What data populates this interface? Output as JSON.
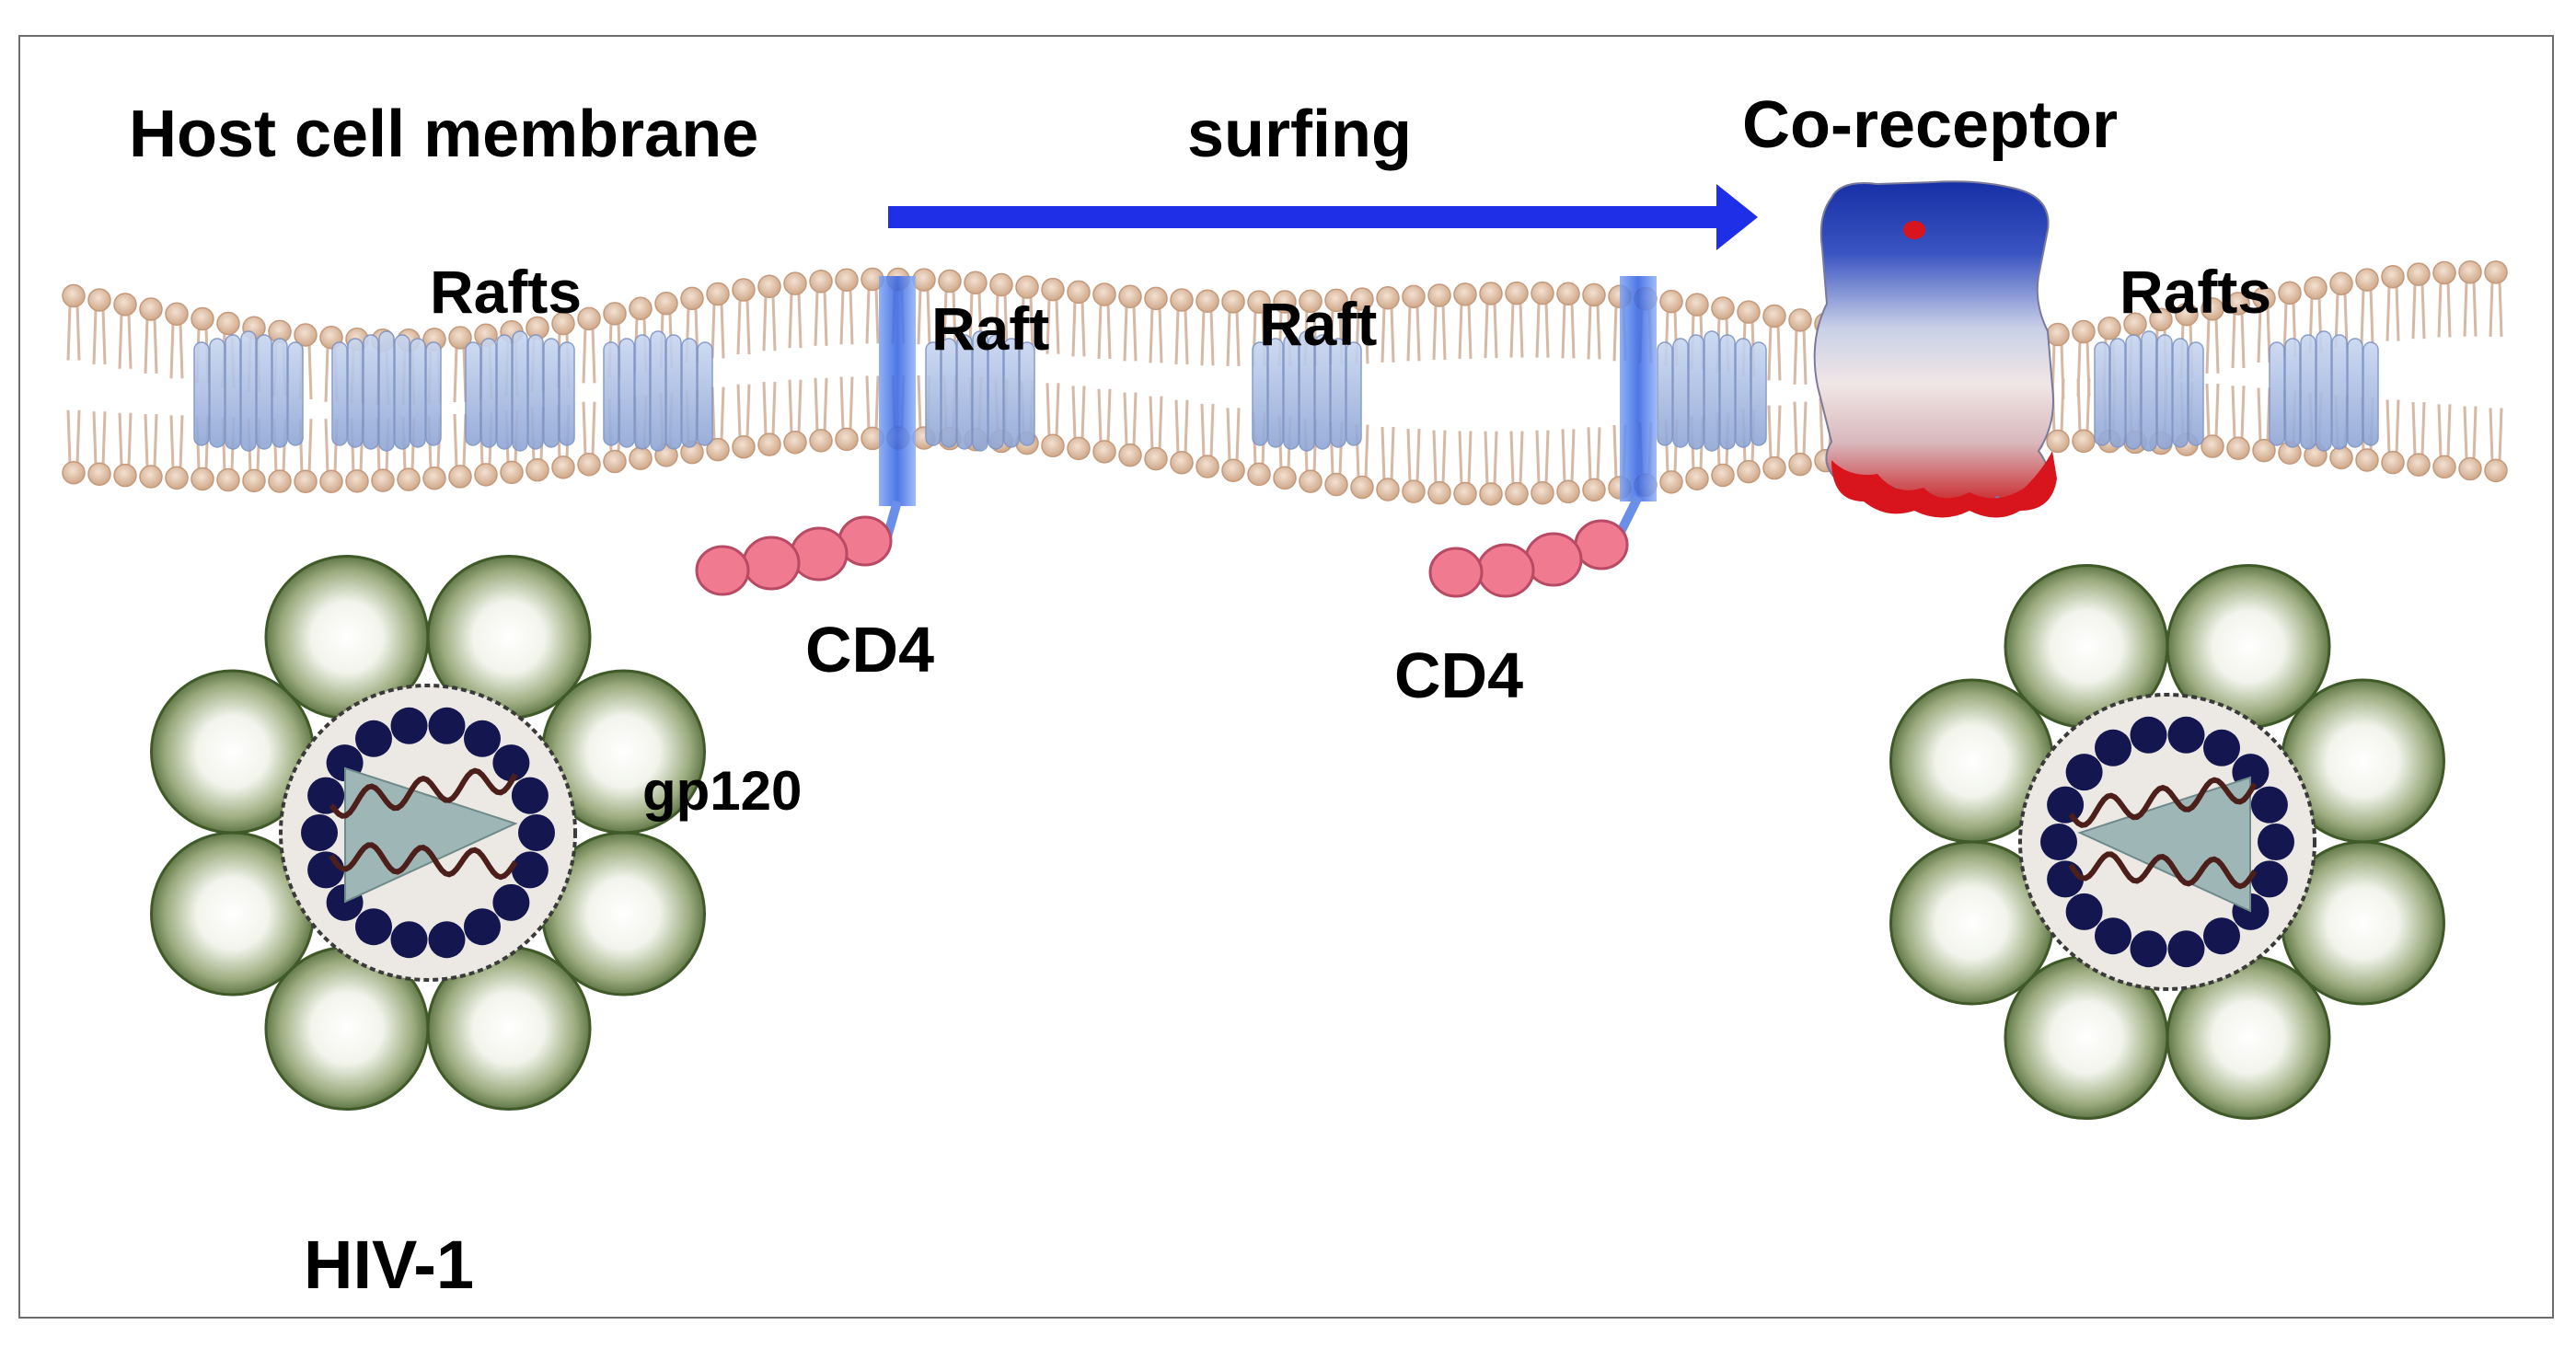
{
  "labels": {
    "host_membrane": "Host cell membrane",
    "surfing": "surfing",
    "co_receptor": "Co-receptor",
    "rafts_left": "Rafts",
    "raft_a": "Raft",
    "raft_b": "Raft",
    "rafts_right": "Rafts",
    "cd4_left": "CD4",
    "cd4_right": "CD4",
    "gp120": "gp120",
    "virus": "HIV-1"
  },
  "colors": {
    "arrow": "#1f2fe8",
    "lipid_head": "#e6c2a8",
    "raft_protein": "#a9bfe4",
    "cd4_tm": "#5a86e6",
    "cd4_domain": "#f07a90",
    "virion_membrane": "#ece9e4",
    "capsid": "#9fb6b6",
    "matrix_dot": "#14164f",
    "rna": "#4d1f1a",
    "gp120_sphere": "#5d7a3e",
    "gp41_stalk": "#7a5a3a",
    "coreceptor_top": "#1b2fa8",
    "coreceptor_mid": "#eeeeee",
    "coreceptor_bottom": "#d8141c"
  },
  "icons": {
    "membrane": "lipid-bilayer-icon",
    "raft": "raft-protein-icon",
    "cd4": "cd4-receptor-icon",
    "virion": "hiv-virion-icon",
    "coreceptor": "coreceptor-protein-icon",
    "arrow": "arrow-right-icon"
  }
}
